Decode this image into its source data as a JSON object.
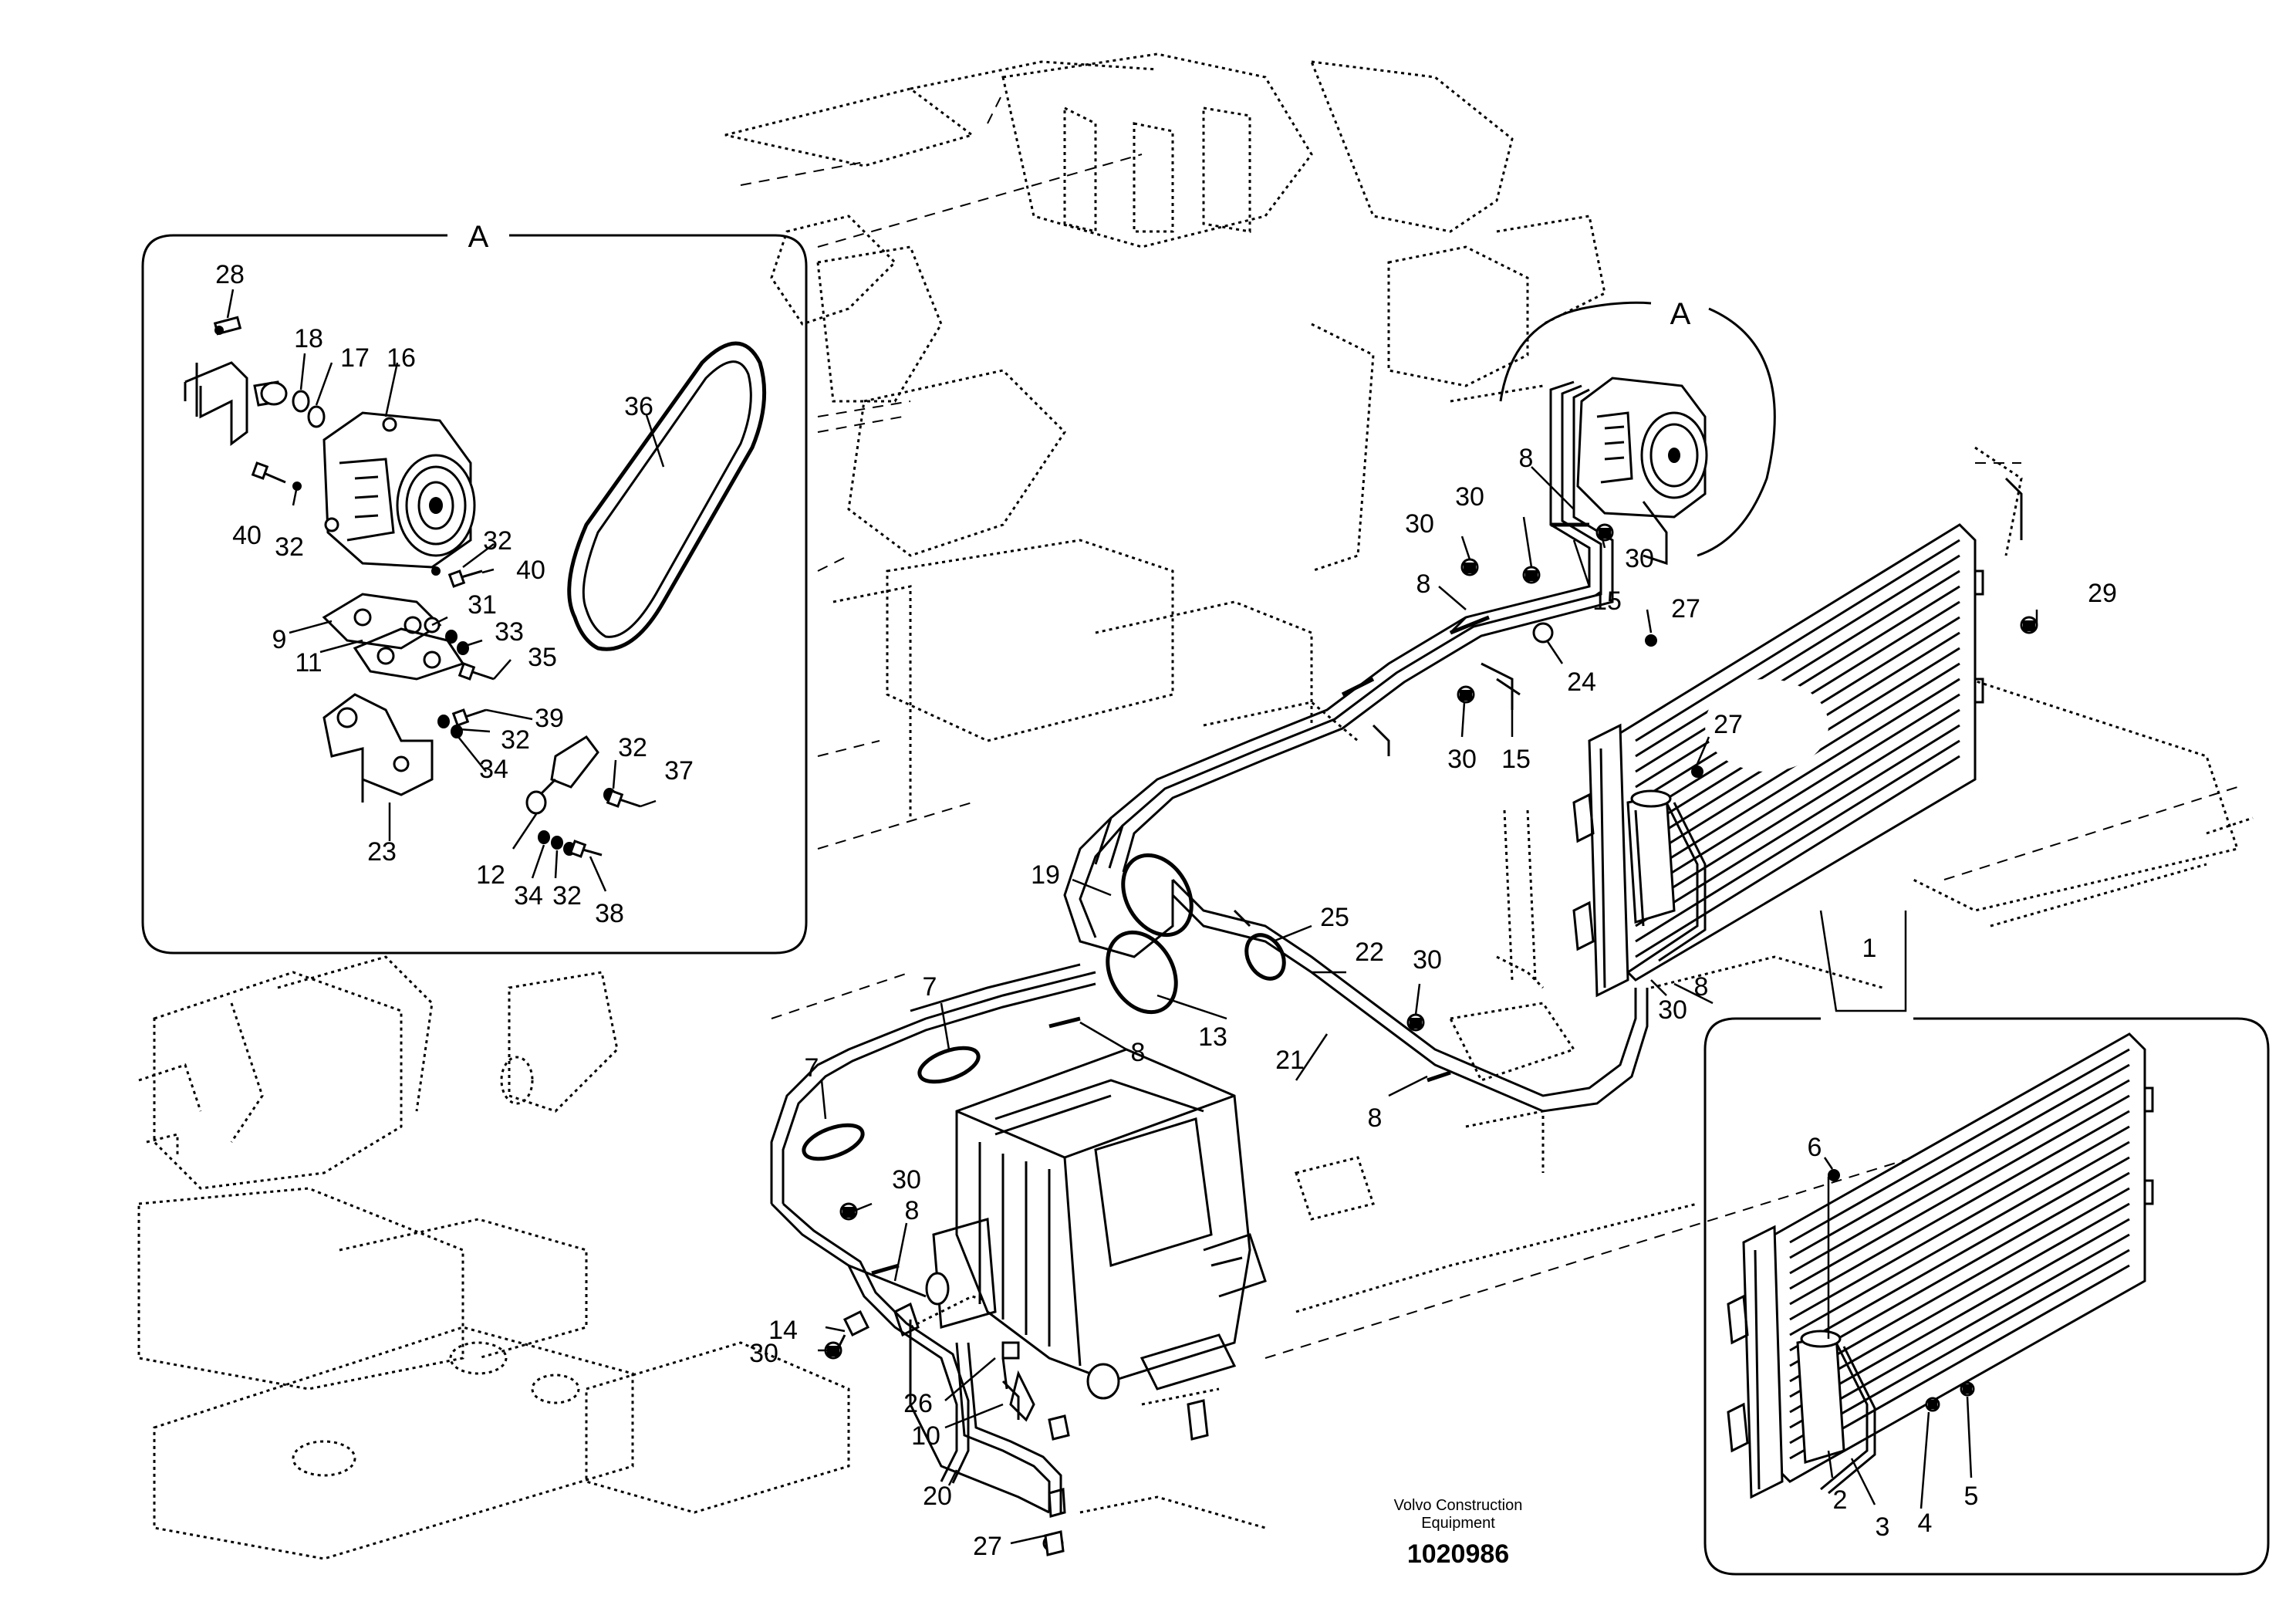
{
  "inset_a": {
    "title": "A"
  },
  "callout_a": {
    "title": "A"
  },
  "caption": {
    "line1": "Volvo Construction",
    "line2": "Equipment",
    "number": "1020986"
  },
  "inset_labels": {
    "p28": "28",
    "p18": "18",
    "p17": "17",
    "p16": "16",
    "p36": "36",
    "p40a": "40",
    "p32a": "32",
    "p32b": "32",
    "p40b": "40",
    "p9": "9",
    "p31": "31",
    "p11": "11",
    "p33": "33",
    "p35": "35",
    "p39": "39",
    "p32c": "32",
    "p34a": "34",
    "p32d": "32",
    "p37": "37",
    "p23": "23",
    "p12": "12",
    "p34b": "34",
    "p32e": "32",
    "p38": "38"
  },
  "main_labels": {
    "p8a": "8",
    "p30a": "30",
    "p30b": "30",
    "p30c": "30",
    "p15a": "15",
    "p8b": "8",
    "p27a": "27",
    "p29": "29",
    "p24": "24",
    "p27b": "27",
    "p30d": "30",
    "p15b": "15",
    "p19": "19",
    "p25": "25",
    "p22": "22",
    "p30e": "30",
    "p7a": "7",
    "p13": "13",
    "p8c": "8",
    "p21": "21",
    "p8d": "8",
    "p30f": "30",
    "p1": "1",
    "p7b": "7",
    "p8e": "8",
    "p30g": "30",
    "p8f": "8",
    "p14": "14",
    "p30h": "30",
    "p26": "26",
    "p10": "10",
    "p20": "20",
    "p27c": "27"
  },
  "inset_1_labels": {
    "p6": "6",
    "p2": "2",
    "p3": "3",
    "p4": "4",
    "p5": "5"
  }
}
